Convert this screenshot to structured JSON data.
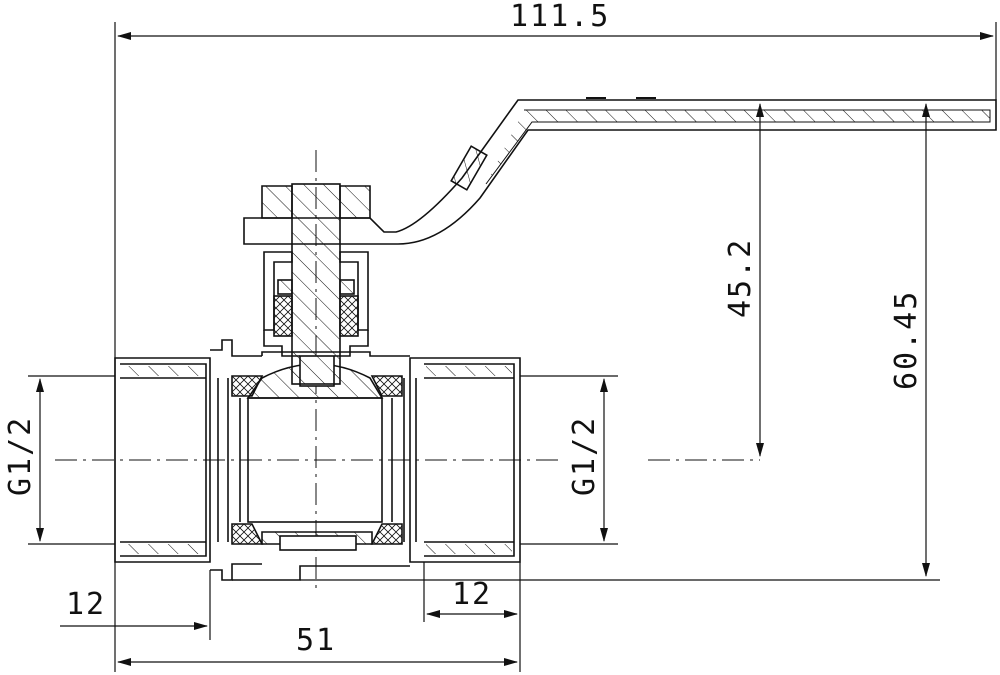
{
  "drawing": {
    "subject": "ball valve with lever handle",
    "line_color": "#111111",
    "background": "#ffffff",
    "hatch": "diagonal section hatching",
    "dimensions": {
      "overall_length": "111.5",
      "handle_height": "45.2",
      "total_height": "60.45",
      "left_thread": "G1/2",
      "right_thread": "G1/2",
      "left_thread_length": "12",
      "right_thread_length": "12",
      "body_length": "51"
    }
  }
}
